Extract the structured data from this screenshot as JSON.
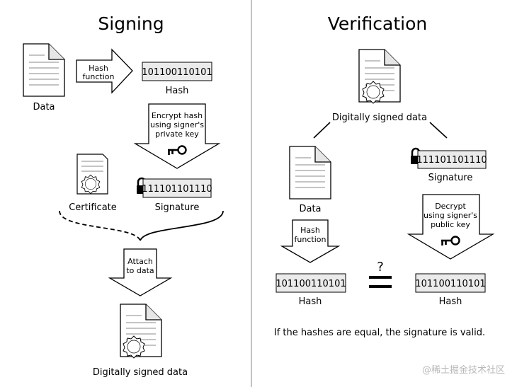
{
  "signing": {
    "title": "Signing",
    "data_label": "Data",
    "hash_function_line1": "Hash",
    "hash_function_line2": "function",
    "hash_value": "101100110101",
    "hash_label": "Hash",
    "encrypt_line1": "Encrypt hash",
    "encrypt_line2": "using signer's",
    "encrypt_line3": "private key",
    "signature_value": "111101101110",
    "signature_label": "Signature",
    "certificate_label": "Certificate",
    "attach_line1": "Attach",
    "attach_line2": "to data",
    "signed_data_label": "Digitally signed data"
  },
  "verification": {
    "title": "Verification",
    "signed_data_label": "Digitally signed data",
    "data_label": "Data",
    "signature_value": "111101101110",
    "signature_label": "Signature",
    "hash_function_line1": "Hash",
    "hash_function_line2": "function",
    "decrypt_line1": "Decrypt",
    "decrypt_line2": "using signer's",
    "decrypt_line3": "public key",
    "left_hash_value": "101100110101",
    "left_hash_label": "Hash",
    "right_hash_value": "101100110101",
    "right_hash_label": "Hash",
    "question_mark": "?",
    "conclusion": "If the hashes are equal, the signature is valid."
  },
  "watermark": "@稀土掘金技术社区",
  "icons": [
    "document-icon",
    "certificate-icon",
    "seal-icon",
    "key-icon",
    "lock-icon",
    "arrow-icon",
    "equals-icon"
  ],
  "colors": {
    "line": "#000000",
    "divider": "#999999",
    "hash_box": "#ebebeb",
    "seal_fill": "#ffffff"
  }
}
